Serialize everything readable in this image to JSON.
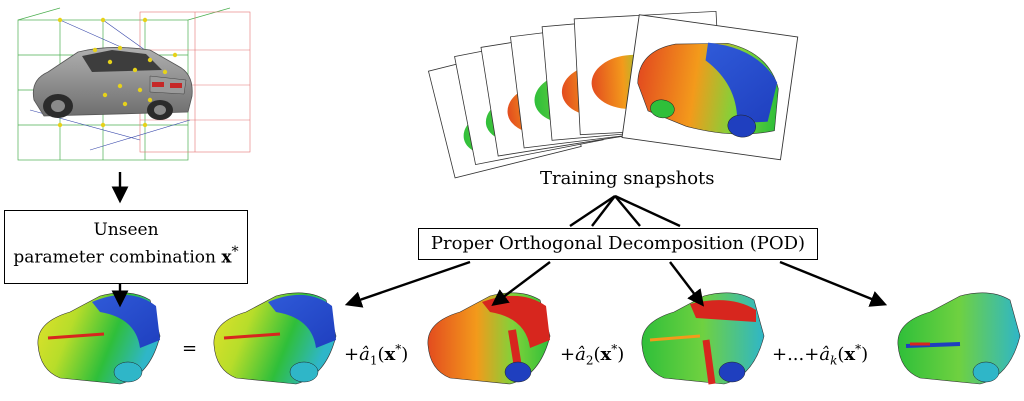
{
  "labels": {
    "training": "Training snapshots",
    "pod": "Proper Orthogonal Decomposition (POD)",
    "unseen_line1": "Unseen",
    "unseen_line2": "parameter combination"
  },
  "terms": {
    "equals": "=",
    "plus": "+",
    "ellipsis": "+...+",
    "coef_1": "1",
    "coef_2": "2",
    "coef_k": "k"
  },
  "colors": {
    "red": "#d7261e",
    "orange": "#f39a1b",
    "yellow": "#e6e22a",
    "green": "#2fbf3a",
    "cyan": "#2fb6c8",
    "blue": "#1f3fbf",
    "lattice_green": "#4caf50",
    "lattice_red": "#e57373",
    "lattice_blue": "#3949ab",
    "car_grey": "#8e8e8e"
  }
}
